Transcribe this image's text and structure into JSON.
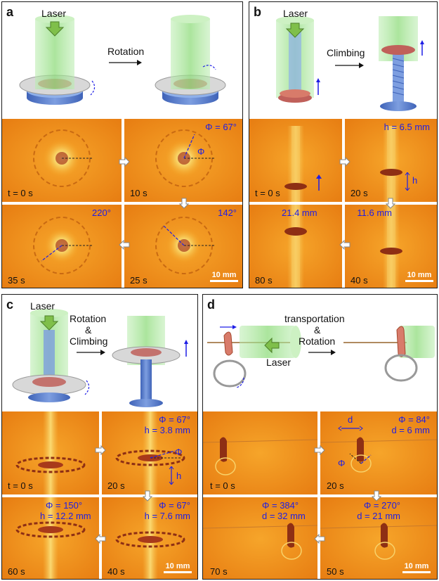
{
  "panels": {
    "a": {
      "label": "a",
      "laser": "Laser",
      "action": "Rotation",
      "frames": [
        {
          "time": "t = 0 s",
          "value": ""
        },
        {
          "time": "10 s",
          "value": "Φ = 67°"
        },
        {
          "time": "35 s",
          "value": "220°"
        },
        {
          "time": "25 s",
          "value": "142°"
        }
      ],
      "phi_symbol": "Φ",
      "scale": "10 mm"
    },
    "b": {
      "label": "b",
      "laser": "Laser",
      "action": "Climbing",
      "frames": [
        {
          "time": "t = 0 s",
          "value": ""
        },
        {
          "time": "20 s",
          "value": "h = 6.5 mm"
        },
        {
          "time": "80 s",
          "value": "21.4 mm"
        },
        {
          "time": "40 s",
          "value": "11.6 mm"
        }
      ],
      "h_symbol": "h",
      "scale": "10 mm"
    },
    "c": {
      "label": "c",
      "laser": "Laser",
      "action_line1": "Rotation",
      "action_line2": "&",
      "action_line3": "Climbing",
      "frames": [
        {
          "time": "t = 0 s",
          "value1": "",
          "value2": ""
        },
        {
          "time": "20 s",
          "value1": "Φ = 67°",
          "value2": "h = 3.8 mm"
        },
        {
          "time": "60 s",
          "value1": "Φ = 150°",
          "value2": "h = 12.2 mm"
        },
        {
          "time": "40 s",
          "value1": "Φ = 67°",
          "value2": "h = 7.6 mm"
        }
      ],
      "phi_symbol": "Φ",
      "h_symbol": "h",
      "scale": "10 mm"
    },
    "d": {
      "label": "d",
      "laser": "Laser",
      "action_line1": "transportation",
      "action_line2": "&",
      "action_line3": "Rotation",
      "frames": [
        {
          "time": "t = 0 s",
          "value1": "",
          "value2": ""
        },
        {
          "time": "20 s",
          "value1": "Φ = 84°",
          "value2": "d = 6 mm"
        },
        {
          "time": "70 s",
          "value1": "Φ = 384°",
          "value2": "d = 32 mm"
        },
        {
          "time": "50 s",
          "value1": "Φ = 270°",
          "value2": "d = 21 mm"
        }
      ],
      "phi_symbol": "Φ",
      "d_symbol": "d",
      "scale": "10 mm"
    }
  },
  "colors": {
    "photo_orange": "#f39a1c",
    "photo_dark": "#e8780e",
    "annotation_blue": "#1e1ee6",
    "laser_green": "#9be08a"
  }
}
